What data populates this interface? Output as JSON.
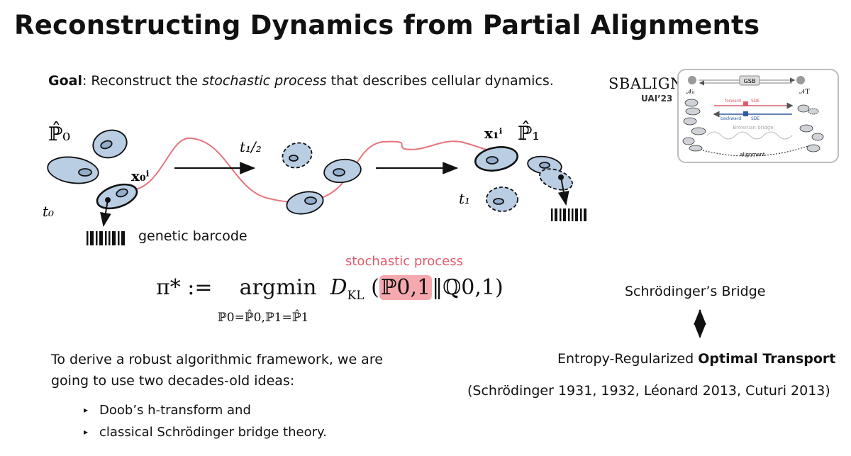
{
  "slide": {
    "title": "Reconstructing Dynamics from Partial Alignments",
    "goal": {
      "lead": "Goal",
      "text_before": ": Reconstruct the ",
      "emphasis": "stochastic process",
      "text_after": " that describes cellular dynamics."
    },
    "diagram": {
      "p0_label": "ℙ̂₀",
      "p1_label": "ℙ̂₁",
      "x0_label": "x₀ⁱ",
      "x1_label": "x₁ⁱ",
      "t0_label": "t₀",
      "t_half_label": "t₁/₂",
      "t1_label": "t₁",
      "barcode_label": "genetic barcode"
    },
    "stochastic_process_label": "stochastic process",
    "formula": {
      "lhs": "π* :=",
      "operator": "argmin",
      "divergence": "D",
      "divergence_sub": "KL",
      "arg_open": "(",
      "arg_highlight": "ℙ0,1",
      "arg_rest": "‖ℚ0,1)",
      "constraint": "ℙ0=ℙ̂0,ℙ1=ℙ̂1"
    },
    "right_panel": {
      "sb_label": "Schrödinger’s Bridge",
      "ot_prefix": "Entropy-Regularized ",
      "ot_bold": "Optimal Transport",
      "citations": "(Schrödinger 1931, 1932, Léonard 2013, Cuturi 2013)"
    },
    "derive_text": "To derive a robust algorithmic framework, we are going to use two decades-old ideas:",
    "bullets": [
      "Doob’s h-transform and",
      "classical Schrödinger bridge theory."
    ],
    "sbalign": {
      "name": "SBALIGN",
      "venue": "UAI’23",
      "thumb": {
        "n0": "𝒩₀",
        "nt": "𝒩T",
        "gsb": "GSB",
        "forward": "forward",
        "backward": "backward",
        "sde1": "SDE",
        "sde2": "SDE",
        "brownian": "Brownian bridge",
        "alignment": "alignment"
      }
    },
    "colors": {
      "accent_red": "#e05a6a",
      "cell_fill": "#b9cde3",
      "highlight": "#f5a8ad"
    }
  }
}
